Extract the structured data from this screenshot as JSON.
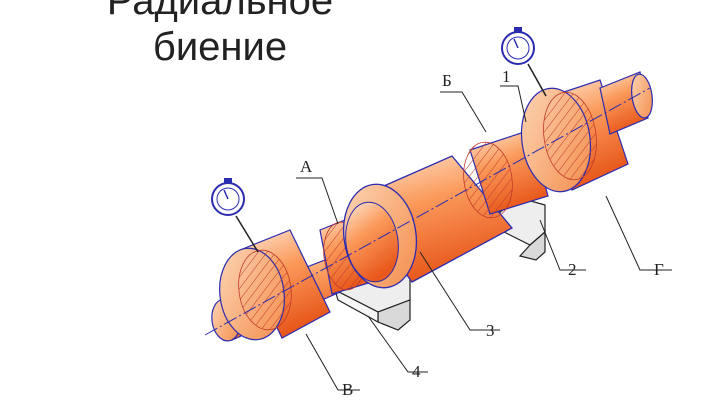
{
  "title": {
    "line1": "Радиальное",
    "line2": "биение"
  },
  "labels": {
    "A": "А",
    "B": "Б",
    "V": "В",
    "G": "Г",
    "n1": "1",
    "n2": "2",
    "n3": "3",
    "n4": "4"
  },
  "colors": {
    "shaft_light": "#fde2c8",
    "shaft_mid": "#fb9a5b",
    "shaft_dark": "#e85a1e",
    "outline": "#2b2bb0",
    "hatch": "#c0392b",
    "support": "#e8e8e8"
  }
}
